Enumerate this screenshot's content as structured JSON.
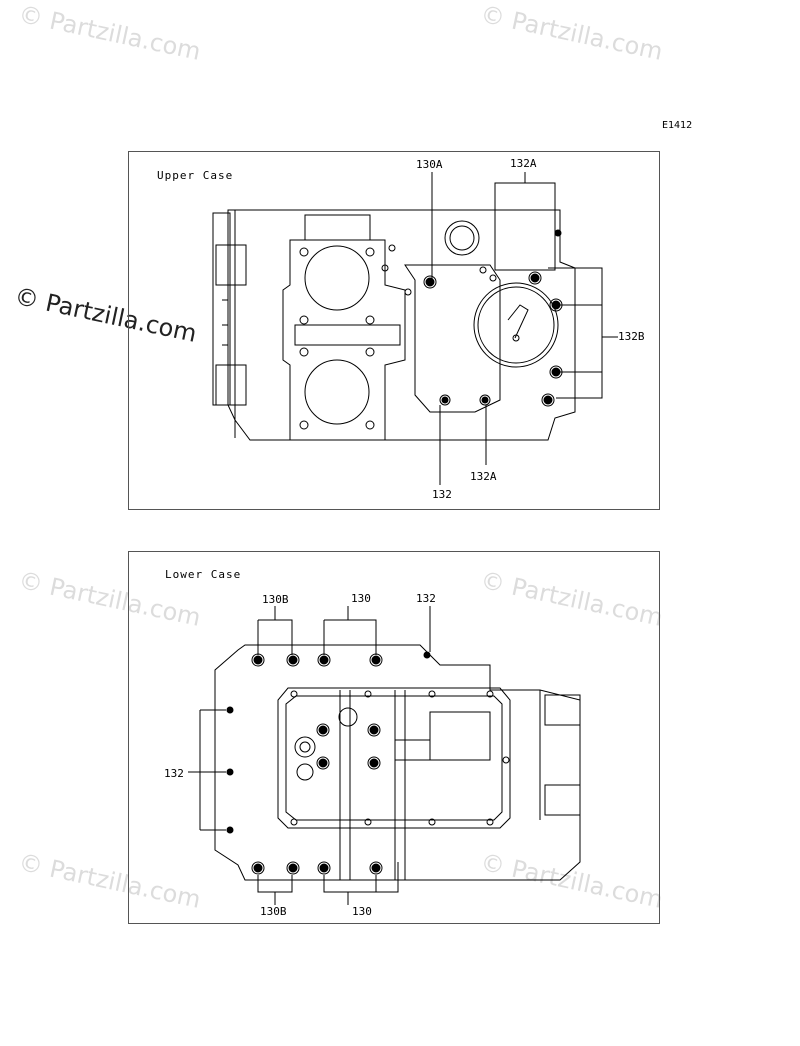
{
  "watermark": {
    "text": "Partzilla.com",
    "symbol": "©"
  },
  "diagram_code": "E1412",
  "upper": {
    "title": "Upper Case",
    "callouts": {
      "c130A": "130A",
      "c132A_top": "132A",
      "c132B": "132B",
      "c132": "132",
      "c132A_bottom": "132A"
    }
  },
  "lower": {
    "title": "Lower Case",
    "callouts": {
      "c130B_top": "130B",
      "c130_top": "130",
      "c132_top": "132",
      "c132_left": "132",
      "c130B_bottom": "130B",
      "c130_bottom": "130"
    }
  }
}
